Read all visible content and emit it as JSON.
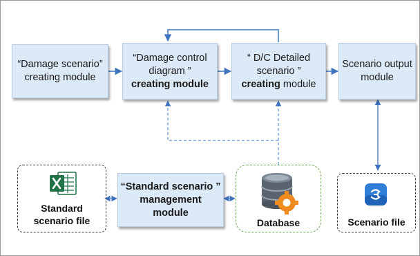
{
  "modules": {
    "damage_scenario": {
      "line1": "“Damage scenario”",
      "line2": "creating  module"
    },
    "dc_diagram": {
      "line1": "“Damage control",
      "line2": "diagram ”",
      "line3": "creating module"
    },
    "dc_detailed": {
      "line1": "“ D/C Detailed",
      "line2": "scenario ”",
      "line3_bold": "creating",
      "line3_rest": " module"
    },
    "scenario_output": {
      "line1": "Scenario output",
      "line2": "module"
    },
    "standard_mgmt": {
      "line1": "“Standard scenario ”",
      "line2": "management",
      "line3": "module"
    }
  },
  "storage": {
    "standard_file": {
      "line1": "Standard",
      "line2": "scenario file"
    },
    "database": {
      "label": "Database"
    },
    "scenario_file": {
      "label": "Scenario file"
    }
  },
  "colors": {
    "box_fill": "#dce9f6",
    "arrow_blue": "#3f73c0",
    "excel_green": "#1f7346",
    "db_green_border": "#6aa84f"
  },
  "icons": [
    "excel-icon",
    "database-icon",
    "gear-icon",
    "scenario-file-icon"
  ]
}
